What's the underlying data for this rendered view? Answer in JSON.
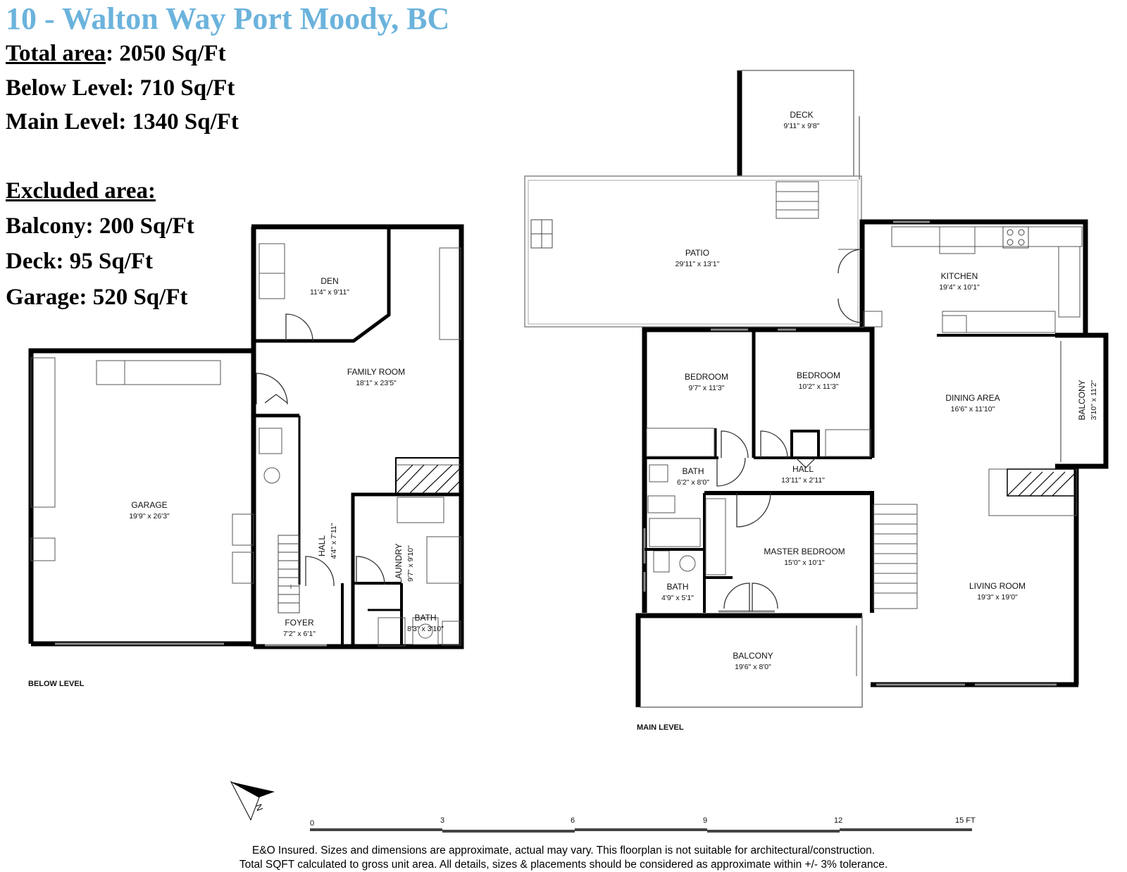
{
  "header": {
    "title": "10 - Walton Way Port Moody, BC",
    "title_color": "#6bb3dc"
  },
  "stats": {
    "total_label": "Total area",
    "total_value": ": 2050 Sq/Ft",
    "below": "Below Level: 710 Sq/Ft",
    "main": "Main Level: 1340 Sq/Ft",
    "excluded_label": "Excluded area:",
    "balcony": "Balcony: 200 Sq/Ft",
    "deck": "Deck: 95 Sq/Ft",
    "garage": "Garage: 520 Sq/Ft"
  },
  "rooms": {
    "den": {
      "name": "DEN",
      "dim": "11'4\" x 9'11\""
    },
    "family": {
      "name": "FAMILY ROOM",
      "dim": "18'1\" x 23'5\""
    },
    "garage": {
      "name": "GARAGE",
      "dim": "19'9\" x 26'3\""
    },
    "hall_below": {
      "name": "HALL",
      "dim": "4'4\" x 7'11\""
    },
    "laundry": {
      "name": "LAUNDRY",
      "dim": "9'7\" x 9'10\""
    },
    "foyer": {
      "name": "FOYER",
      "dim": "7'2\" x 6'1\""
    },
    "bath_below": {
      "name": "BATH",
      "dim": "8'3\" x 3'10\""
    },
    "deck": {
      "name": "DECK",
      "dim": "9'11\" x 9'8\""
    },
    "patio": {
      "name": "PATIO",
      "dim": "29'11\" x 13'1\""
    },
    "kitchen": {
      "name": "KITCHEN",
      "dim": "19'4\" x 10'1\""
    },
    "bedroom1": {
      "name": "BEDROOM",
      "dim": "9'7\" x 11'3\""
    },
    "bedroom2": {
      "name": "BEDROOM",
      "dim": "10'2\" x 11'3\""
    },
    "dining": {
      "name": "DINING AREA",
      "dim": "16'6\" x 11'10\""
    },
    "balcony_side": {
      "name": "BALCONY",
      "dim": "3'10\" x 11'2\""
    },
    "bath_main1": {
      "name": "BATH",
      "dim": "6'2\" x 8'0\""
    },
    "hall_main": {
      "name": "HALL",
      "dim": "13'11\" x 2'11\""
    },
    "master": {
      "name": "MASTER BEDROOM",
      "dim": "15'0\" x 10'1\""
    },
    "living": {
      "name": "LIVING ROOM",
      "dim": "19'3\" x 19'0\""
    },
    "bath_main2": {
      "name": "BATH",
      "dim": "4'9\" x 5'1\""
    },
    "balcony_main": {
      "name": "BALCONY",
      "dim": "19'6\" x 8'0\""
    }
  },
  "levels": {
    "below": "BELOW LEVEL",
    "main": "MAIN LEVEL"
  },
  "compass": {
    "label": "N",
    "icon": "north-arrow-icon"
  },
  "scale": {
    "ticks": [
      "0",
      "3",
      "6",
      "9",
      "12",
      "15 FT"
    ]
  },
  "footer": {
    "line1": "E&O Insured. Sizes and dimensions are approximate, actual may vary. This floorplan is not suitable for architectural/construction.",
    "line2": "Total SQFT calculated to gross unit area. All details, sizes & placements should be considered as approximate within +/- 3% tolerance."
  },
  "colors": {
    "wall": "#000000",
    "thin_line": "#555555",
    "fireplace_hatch": "#000000"
  }
}
